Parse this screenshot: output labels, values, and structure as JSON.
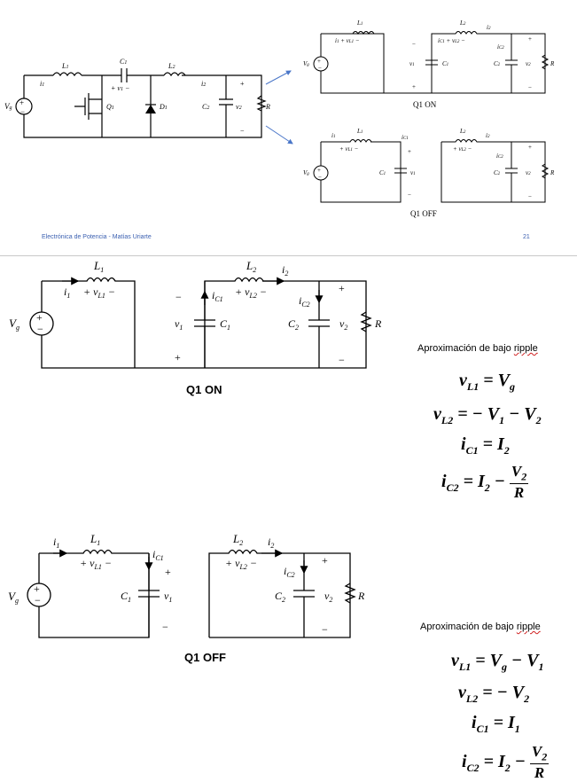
{
  "slide": {
    "footer_left": "Electrónica de Potencia - Matías Uriarte",
    "page_number": "21",
    "on_caption": "Q1 ON",
    "off_caption": "Q1 OFF"
  },
  "on_section": {
    "caption": "Q1 ON",
    "heading_prefix": "Aproximación de bajo ",
    "heading_word": "ripple"
  },
  "off_section": {
    "caption": "Q1 OFF",
    "heading_prefix": "Aproximación de bajo ",
    "heading_word": "ripple"
  },
  "labels": {
    "L1": "L",
    "L1s": "1",
    "L2": "L",
    "L2s": "2",
    "C1": "C",
    "C1s": "1",
    "C2": "C",
    "C2s": "2",
    "D1": "D",
    "D1s": "1",
    "Q1": "Q",
    "Q1s": "1",
    "Vg": "V",
    "Vgs": "g",
    "R": "R"
  }
}
